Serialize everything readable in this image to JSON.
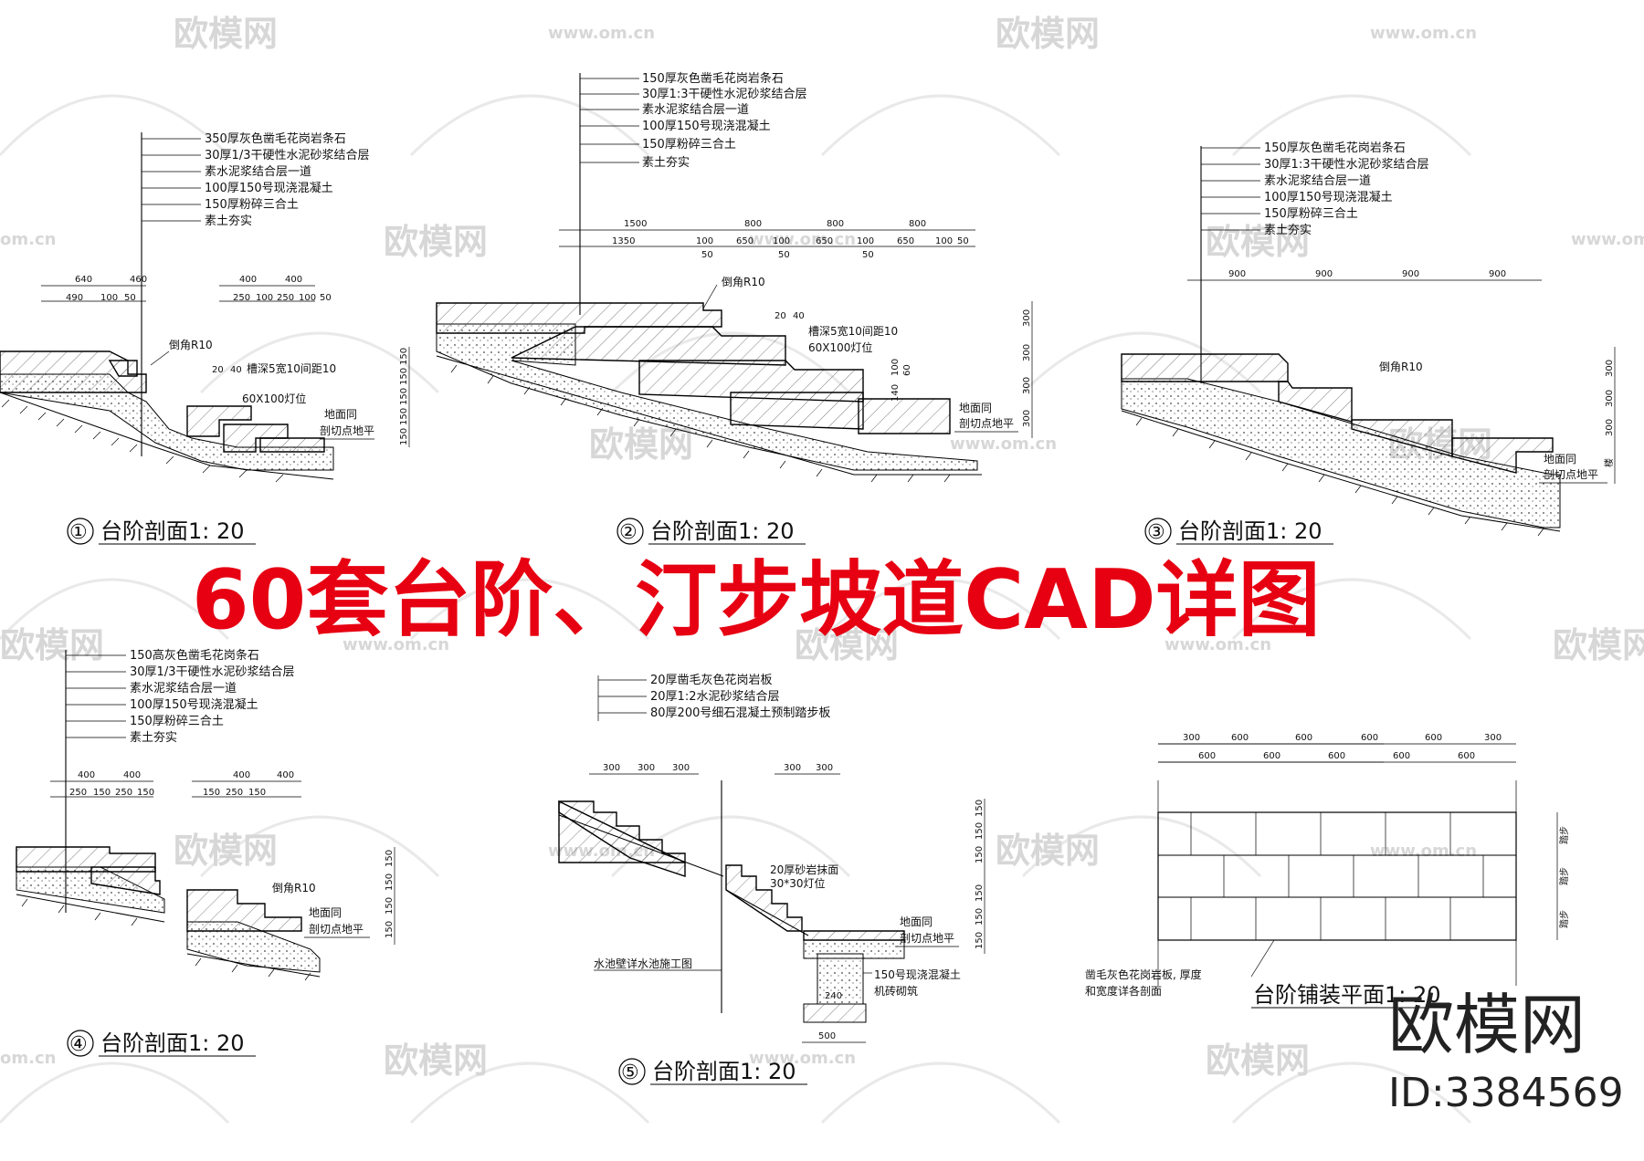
{
  "headline": "60套台阶、汀步坡道CAD详图",
  "brand": {
    "name": "欧模网",
    "id": "ID:3384569"
  },
  "watermark": {
    "name": "欧模网",
    "url": "www.om.cn",
    "url_short": "om.cn"
  },
  "section1": {
    "caption_num": "①",
    "caption": "台阶剖面1: 20",
    "layers": [
      "350厚灰色凿毛花岗岩条石",
      "30厚1/3干硬性水泥砂浆结合层",
      "素水泥浆结合层一道",
      "100厚150号现浇混凝土",
      "150厚粉碎三合土",
      "素土夯实"
    ],
    "dims_top": [
      "640",
      "460",
      "400",
      "400"
    ],
    "dims_bottom": [
      "490",
      "100",
      "50",
      "250",
      "100",
      "250",
      "100",
      "50"
    ],
    "dims_vertical": [
      "150",
      "150",
      "150",
      "150",
      "150"
    ],
    "notes": [
      "倒角R10",
      "20",
      "40",
      "槽深5宽10间距10",
      "60X100灯位",
      "地面同",
      "剖切点地平"
    ]
  },
  "section2": {
    "caption_num": "②",
    "caption": "台阶剖面1: 20",
    "layers": [
      "150厚灰色凿毛花岗岩条石",
      "30厚1:3干硬性水泥砂浆结合层",
      "素水泥浆结合层一道",
      "100厚150号现浇混凝土",
      "150厚粉碎三合土",
      "素土夯实"
    ],
    "dims_top": [
      "1500",
      "800",
      "800",
      "800"
    ],
    "dims_bottom": [
      "1350",
      "100",
      "50",
      "650",
      "100",
      "50",
      "650",
      "100",
      "50",
      "650",
      "100",
      "50"
    ],
    "dims_vertical": [
      "300",
      "300",
      "300",
      "300"
    ],
    "notes": [
      "倒角R10",
      "20",
      "40",
      "槽深5宽10间距10",
      "60X100灯位",
      "地面同",
      "剖切点地平",
      "100",
      "60",
      "140"
    ]
  },
  "section3": {
    "caption_num": "③",
    "caption": "台阶剖面1: 20",
    "layers": [
      "150厚灰色凿毛花岗岩条石",
      "30厚1:3干硬性水泥砂浆结合层",
      "素水泥浆结合层一道",
      "100厚150号现浇混凝土",
      "150厚粉碎三合土",
      "素土夯实"
    ],
    "dims_top": [
      "900",
      "900",
      "900",
      "900"
    ],
    "dims_vertical": [
      "300",
      "300",
      "300",
      "楼"
    ],
    "notes": [
      "倒角R10",
      "地面同",
      "剖切点地平"
    ]
  },
  "section4": {
    "caption_num": "④",
    "caption": "台阶剖面1: 20",
    "layers": [
      "150高灰色凿毛花岗条石",
      "30厚1/3干硬性水泥砂浆结合层",
      "素水泥浆结合层一道",
      "100厚150号现浇混凝土",
      "150厚粉碎三合土",
      "素土夯实"
    ],
    "dims_top": [
      "400",
      "400",
      "400",
      "400"
    ],
    "dims_bottom": [
      "250",
      "150",
      "250",
      "150",
      "150",
      "250",
      "150"
    ],
    "dims_vertical": [
      "150",
      "150",
      "150",
      "150"
    ],
    "notes": [
      "倒角R10",
      "地面同",
      "剖切点地平"
    ]
  },
  "section5": {
    "caption_num": "⑤",
    "caption": "台阶剖面1: 20",
    "layers": [
      "20厚凿毛灰色花岗岩板",
      "20厚1:2水泥砂浆结合层",
      "80厚200号细石混凝土预制踏步板"
    ],
    "dims_top": [
      "300",
      "300",
      "300",
      "300",
      "300"
    ],
    "dims_vertical": [
      "150",
      "150",
      "150",
      "150",
      "150",
      "150"
    ],
    "dims_bottom": [
      "500",
      "240"
    ],
    "notes": [
      "20厚砂岩抹面",
      "30*30灯位",
      "地面同",
      "剖切点地平",
      "水池壁详水池施工图",
      "150号现浇混凝土",
      "机砖砌筑"
    ]
  },
  "plan": {
    "caption": "台阶铺装平面1: 20",
    "dims_top": [
      "300",
      "600",
      "600",
      "600",
      "600",
      "300"
    ],
    "dims_second": [
      "600",
      "600",
      "600",
      "600",
      "600"
    ],
    "dims_side": [
      "踏步",
      "踏步",
      "踏步"
    ],
    "notes": [
      "凿毛灰色花岗岩板, 厚度",
      "和宽度详各剖面"
    ]
  }
}
